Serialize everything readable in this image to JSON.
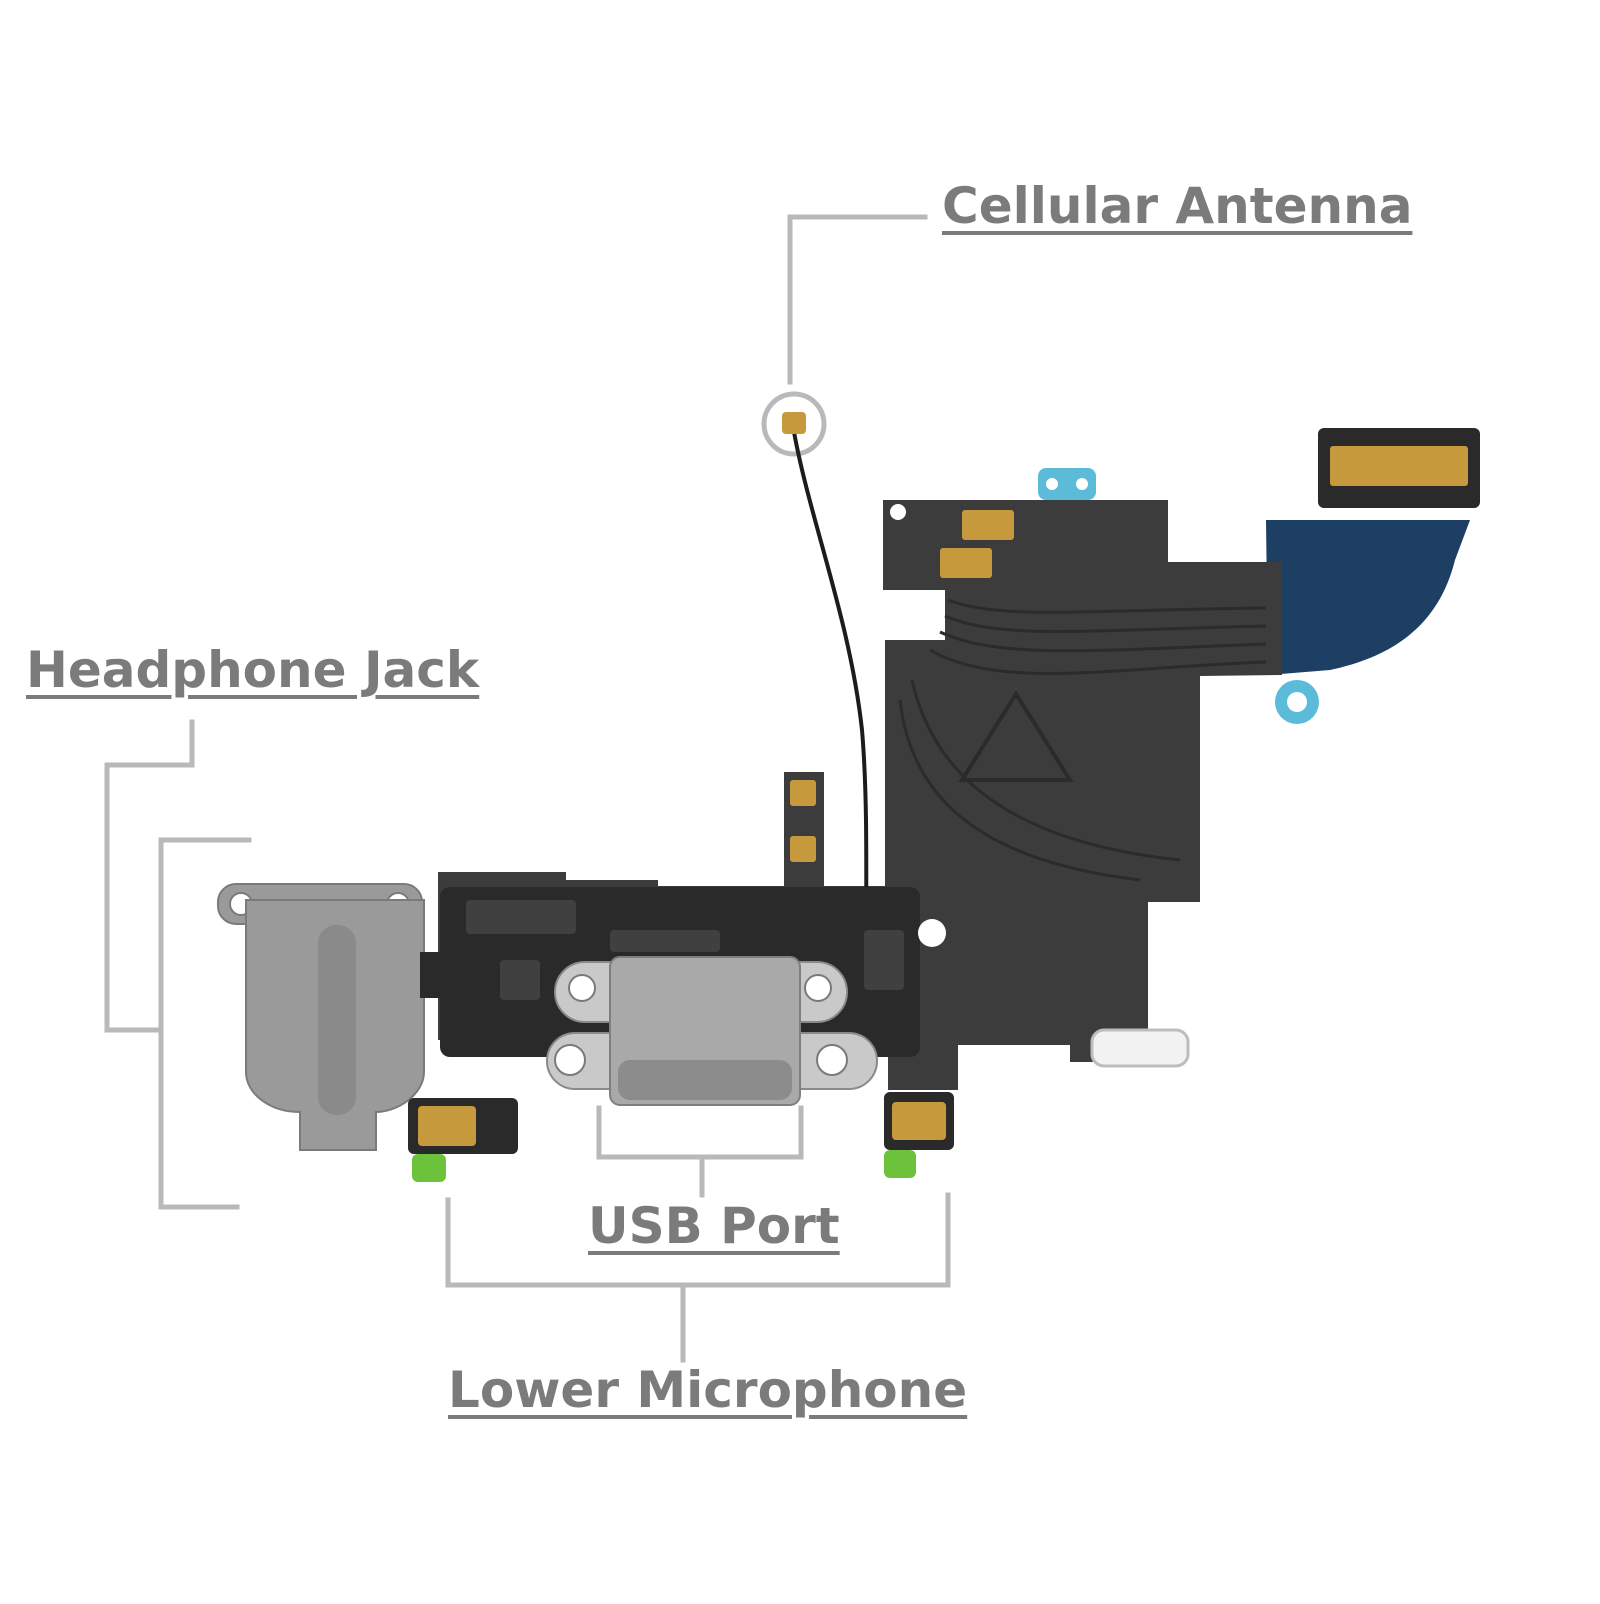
{
  "labels": {
    "cellular_antenna": "Cellular Antenna",
    "headphone_jack": "Headphone Jack",
    "usb_port": "USB Port",
    "lower_microphone": "Lower Microphone"
  },
  "colors": {
    "label_text": "#7b7b7b",
    "callout_line": "#b9b9b9",
    "flex_cable": "#3c3c3c",
    "flex_cable_dark": "#2b2b2b",
    "board": "#2a2a2a",
    "headphone_jack_body": "#9a9a9a",
    "usb_metal": "#a9a9a9",
    "gold_pad": "#c69a3c",
    "blue_tab": "#5bbbd8",
    "blue_shield": "#1d3f63",
    "green_tab": "#6cc23a"
  }
}
